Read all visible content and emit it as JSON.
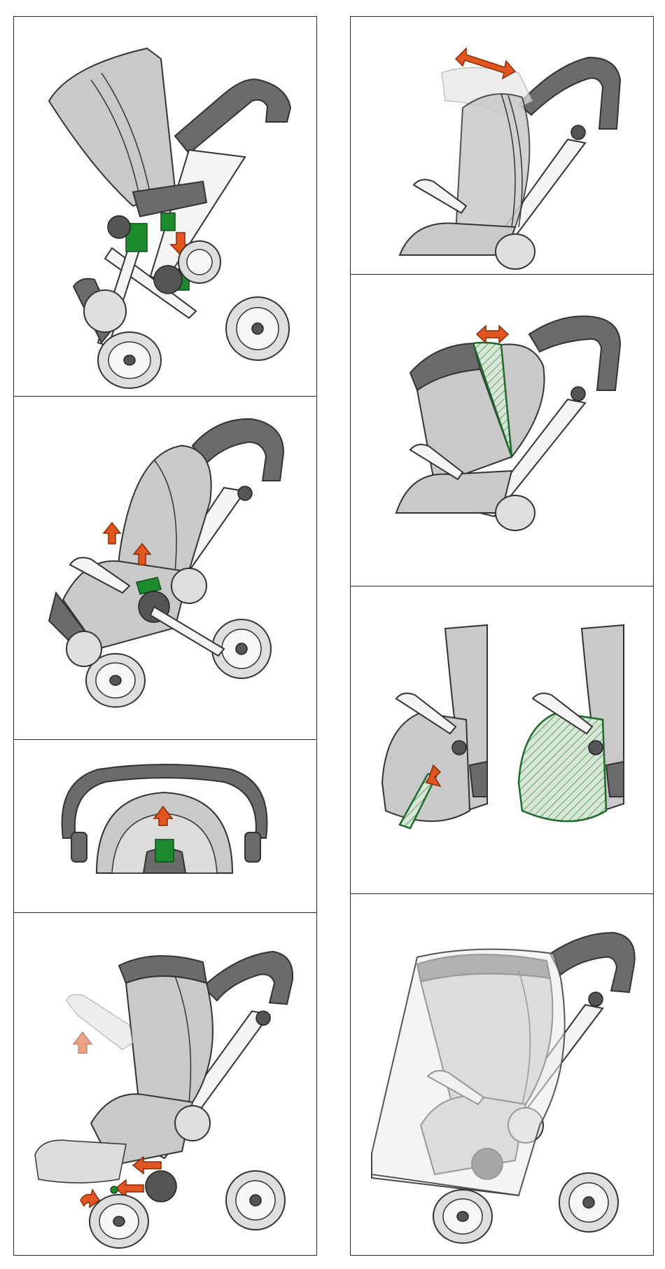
{
  "colors": {
    "frame_outline": "#2a2a2a",
    "fabric": "#c9c9c9",
    "dark_parts": "#6b6b6b",
    "highlight_green": "#1e8a2e",
    "arrow_orange": "#e0561e"
  },
  "panels": [
    {
      "id": "left-1",
      "scene": "stroller-seat-unit-attach",
      "markers": [
        "green-adapter",
        "down-arrow"
      ]
    },
    {
      "id": "left-2",
      "scene": "stroller-recline-release",
      "markers": [
        "green-lever",
        "up-arrow",
        "up-arrow"
      ]
    },
    {
      "id": "left-3",
      "scene": "handlebar-top-view-release",
      "markers": [
        "green-button",
        "up-arrow"
      ]
    },
    {
      "id": "left-4",
      "scene": "bumper-bar-removal",
      "markers": [
        "ghost-bumper-bar",
        "up-arrow",
        "left-arrow",
        "left-arrow",
        "curved-arrow"
      ]
    },
    {
      "id": "right-1",
      "scene": "canopy-slide",
      "markers": [
        "double-arrow"
      ]
    },
    {
      "id": "right-2",
      "scene": "canopy-extension-panel",
      "markers": [
        "green-hatched-panel",
        "double-arrow"
      ]
    },
    {
      "id": "right-3",
      "scene": "footmuff-zip",
      "markers": [
        "down-arrow",
        "green-hatched-zip"
      ]
    },
    {
      "id": "right-4",
      "scene": "rain-cover-fitted",
      "markers": []
    }
  ]
}
